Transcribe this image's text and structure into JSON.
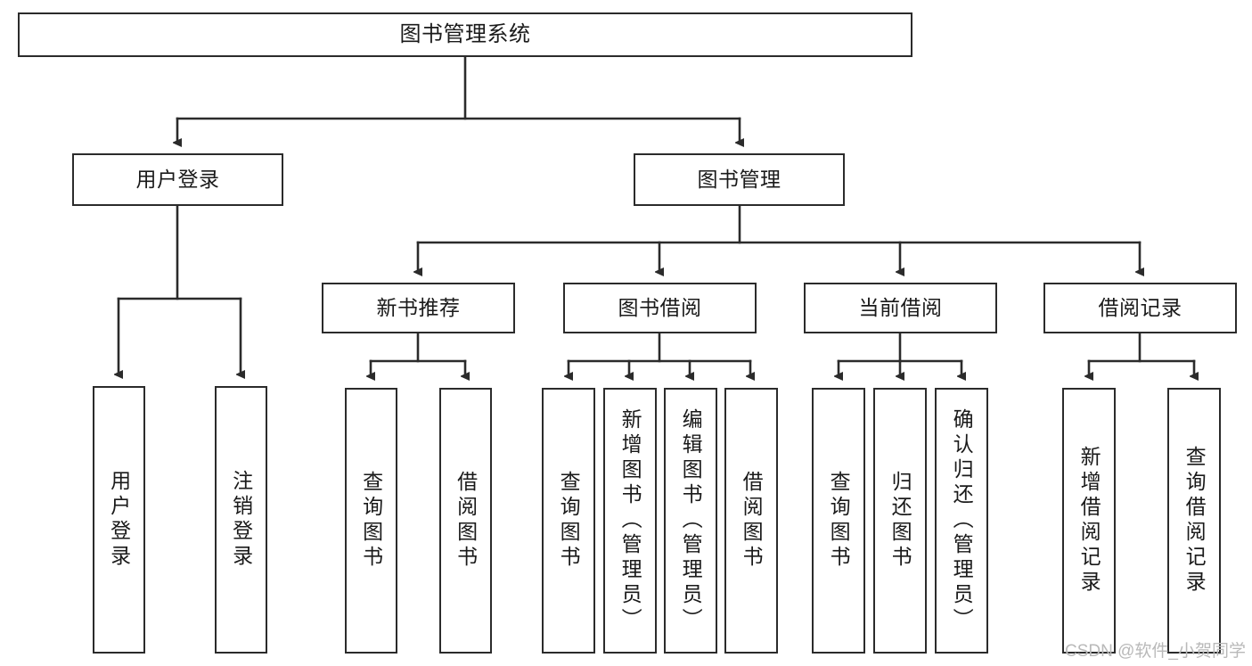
{
  "diagram": {
    "title": "图书管理系统",
    "type": "tree-hierarchy",
    "background_color": "#ffffff",
    "stroke_color": "#2b2b2b",
    "text_color": "#1a1a1a",
    "nodes": {
      "root": {
        "label": "图书管理系统"
      },
      "level2": [
        {
          "id": "user-login",
          "label": "用户登录"
        },
        {
          "id": "book-management",
          "label": "图书管理"
        }
      ],
      "level3": [
        {
          "id": "new-book-recommend",
          "label": "新书推荐"
        },
        {
          "id": "book-borrow",
          "label": "图书借阅"
        },
        {
          "id": "current-borrow",
          "label": "当前借阅"
        },
        {
          "id": "borrow-record",
          "label": "借阅记录"
        }
      ],
      "leaves": {
        "user-login": [
          {
            "id": "leaf-user-login",
            "label": "用户登录"
          },
          {
            "id": "leaf-logout-login",
            "label": "注销登录"
          }
        ],
        "new-book-recommend": [
          {
            "id": "leaf-query-book-1",
            "label": "查询图书"
          },
          {
            "id": "leaf-borrow-book-1",
            "label": "借阅图书"
          }
        ],
        "book-borrow": [
          {
            "id": "leaf-query-book-2",
            "label": "查询图书"
          },
          {
            "id": "leaf-add-book",
            "label": "新增图书（管理员）"
          },
          {
            "id": "leaf-edit-book",
            "label": "编辑图书（管理员）"
          },
          {
            "id": "leaf-borrow-book-2",
            "label": "借阅图书"
          }
        ],
        "current-borrow": [
          {
            "id": "leaf-query-book-3",
            "label": "查询图书"
          },
          {
            "id": "leaf-return-book",
            "label": "归还图书"
          },
          {
            "id": "leaf-confirm-return",
            "label": "确认归还（管理员）"
          }
        ],
        "borrow-record": [
          {
            "id": "leaf-add-record",
            "label": "新增借阅记录"
          },
          {
            "id": "leaf-query-record",
            "label": "查询借阅记录"
          }
        ]
      }
    },
    "watermark": "CSDN @软件_小贺同学"
  }
}
